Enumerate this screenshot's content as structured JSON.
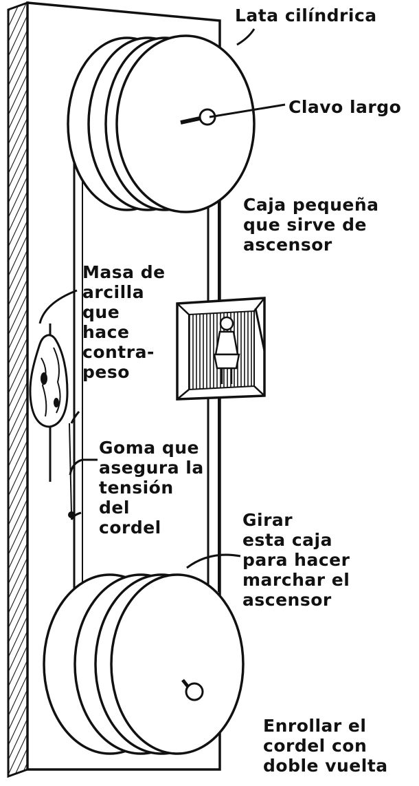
{
  "labels": {
    "lata": [
      "Lata cilíndrica"
    ],
    "clavo": [
      "Clavo largo"
    ],
    "caja": [
      "Caja pequeña",
      "que sirve de",
      "ascensor"
    ],
    "masa": [
      "Masa de",
      "arcilla",
      "que",
      "hace",
      "contra-",
      "peso"
    ],
    "goma": [
      "Goma que",
      "asegura la",
      "tensión",
      "del",
      "cordel"
    ],
    "girar": [
      "Girar",
      "esta caja",
      "para hacer",
      "marchar el",
      "ascensor"
    ],
    "enrollar": [
      "Enrollar el",
      "cordel con",
      "doble vuelta"
    ]
  },
  "colors": {
    "ink": "#111111",
    "paper": "#ffffff"
  }
}
